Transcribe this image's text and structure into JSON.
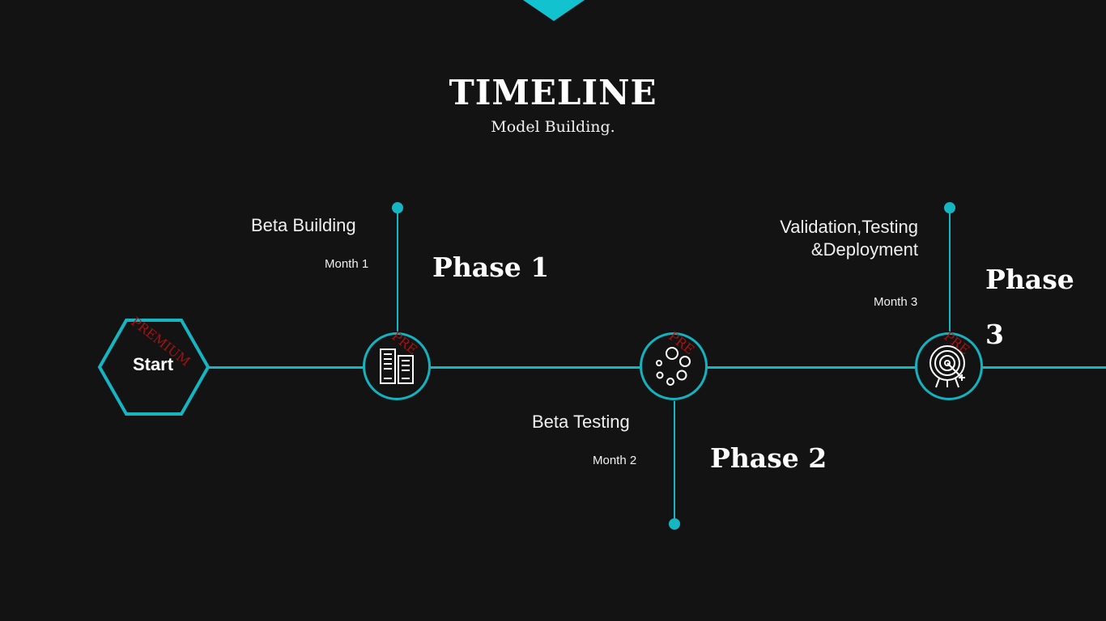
{
  "header": {
    "title": "TIMELINE",
    "subtitle": "Model Building."
  },
  "start": {
    "label": "Start"
  },
  "watermark": {
    "text_long": "PREMIUM",
    "text_short": "PRE"
  },
  "steps": [
    {
      "title": "Beta Building",
      "month": "Month 1",
      "phase": "Phase 1",
      "icon": "server-icon"
    },
    {
      "title": "Beta Testing",
      "month": "Month 2",
      "phase": "Phase 2",
      "icon": "bubbles-icon"
    },
    {
      "title_line1": "Validation,Testing",
      "title_line2": "&Deployment",
      "month": "Month 3",
      "phase_word": "Phase",
      "phase_num": "3",
      "icon": "target-icon"
    }
  ],
  "colors": {
    "accent": "#15b5c2",
    "background": "#131313",
    "watermark": "#b01414"
  }
}
